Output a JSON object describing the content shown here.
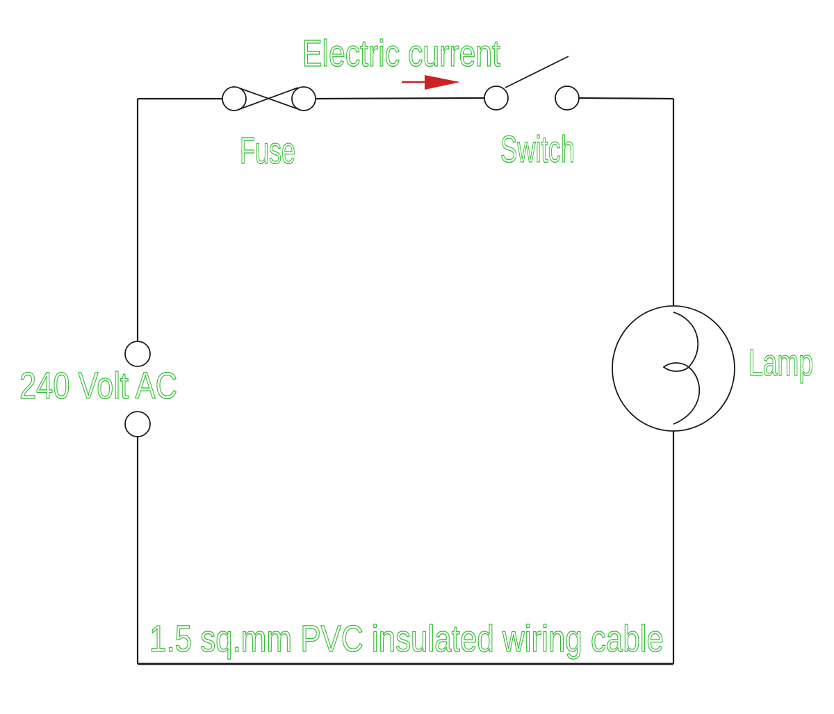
{
  "diagram": {
    "type": "electrical-circuit-schematic",
    "labels": {
      "current": "Electric current",
      "fuse": "Fuse",
      "switch": "Switch",
      "source": "240 Volt AC",
      "lamp": "Lamp",
      "cable": "1.5 sq.mm PVC insulated wiring cable"
    },
    "current_direction": "right",
    "components": [
      {
        "name": "AC supply",
        "label": "240 Volt AC"
      },
      {
        "name": "Fuse",
        "label": "Fuse"
      },
      {
        "name": "Switch",
        "label": "Switch",
        "state": "open"
      },
      {
        "name": "Lamp",
        "label": "Lamp"
      }
    ],
    "colors": {
      "label_green": "#32bd32",
      "arrow_red": "#cc2222",
      "wire_black": "#1a1a1a",
      "background": "#ffffff"
    }
  }
}
